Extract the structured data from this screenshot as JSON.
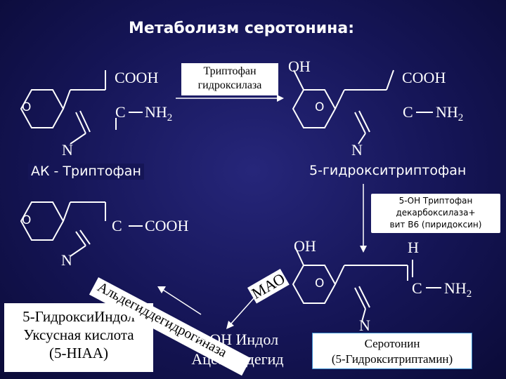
{
  "title": "Метаболизм серотонина:",
  "structures": {
    "tryptophan": {
      "cooh": "COOH",
      "c": "C",
      "nh2": "NH",
      "sub2": "2",
      "n": "N",
      "ring": "O",
      "name": "АК - Триптофан"
    },
    "hydroxytryptophan": {
      "oh": "OH",
      "cooh": "COOH",
      "c": "C",
      "nh2": "NH",
      "sub2": "2",
      "n": "N",
      "ring": "O",
      "name": "5-гидрокситриптофан"
    },
    "hiaa": {
      "c": "C",
      "cooh": "COOH",
      "n": "N",
      "ring": "O",
      "name_lines": [
        "5-ГидроксиИндол",
        "Уксусная кислота",
        "(5-HIAA)"
      ]
    },
    "serotonin": {
      "oh": "OH",
      "h": "H",
      "c": "C",
      "nh2": "NH",
      "sub2": "2",
      "n": "N",
      "ring": "O",
      "name_lines": [
        "Серотонин",
        "(5-Гидрокситриптамин)"
      ]
    }
  },
  "enzymes": {
    "hydroxylase": [
      "Триптофан",
      "гидроксилаза"
    ],
    "decarboxylase": [
      "5-ОН Триптофан",
      "декарбоксилаза+",
      "вит В6 (пиридоксин)"
    ],
    "aldehyde_dehydrogenase": "Альдегиддегидрогиназа",
    "mao": "МАО"
  },
  "intermediate": [
    "5-ОН Индол",
    "Ацетальдегид"
  ]
}
